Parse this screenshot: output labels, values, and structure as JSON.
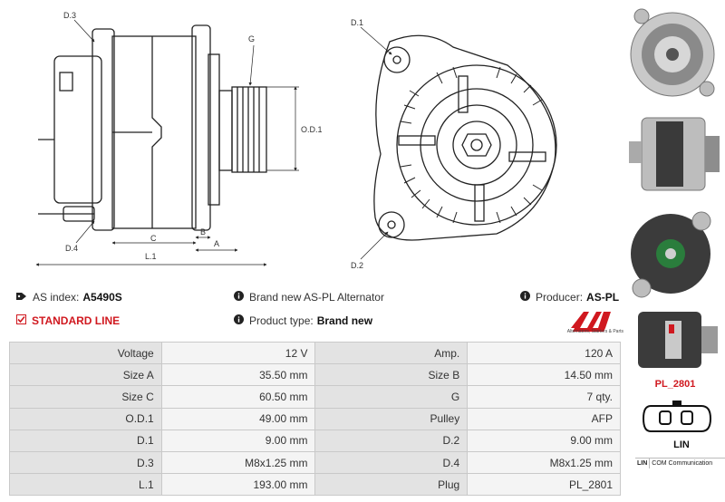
{
  "drawing": {
    "label_d3": "D.3",
    "label_g": "G",
    "label_od1": "O.D.1",
    "label_d4": "D.4",
    "label_c": "C",
    "label_b": "B",
    "label_a": "A",
    "label_l1": "L.1",
    "label_d1": "D.1",
    "label_d2": "D.2"
  },
  "info": {
    "as_index_label": "AS index:",
    "as_index_value": "A5490S",
    "standard_line": "STANDARD LINE",
    "condition_label": "Brand new AS-PL Alternator",
    "product_type_label": "Product type:",
    "product_type_value": "Brand new",
    "producer_label": "Producer:",
    "producer_value": "AS-PL",
    "logo_sub": "Alternators, Starters & Parts"
  },
  "specs": [
    {
      "l1": "Voltage",
      "v1": "12 V",
      "l2": "Amp.",
      "v2": "120 A"
    },
    {
      "l1": "Size A",
      "v1": "35.50 mm",
      "l2": "Size B",
      "v2": "14.50 mm"
    },
    {
      "l1": "Size C",
      "v1": "60.50 mm",
      "l2": "G",
      "v2": "7 qty."
    },
    {
      "l1": "O.D.1",
      "v1": "49.00 mm",
      "l2": "Pulley",
      "v2": "AFP"
    },
    {
      "l1": "D.1",
      "v1": "9.00 mm",
      "l2": "D.2",
      "v2": "9.00 mm"
    },
    {
      "l1": "D.3",
      "v1": "M8x1.25 mm",
      "l2": "D.4",
      "v2": "M8x1.25 mm"
    },
    {
      "l1": "L.1",
      "v1": "193.00 mm",
      "l2": "Plug",
      "v2": "PL_2801"
    }
  ],
  "plug": {
    "code": "PL_2801",
    "lin_label": "LIN",
    "legend_key": "LIN",
    "legend_value": "COM Communication"
  },
  "colors": {
    "accent": "#d0181f",
    "label_bg": "#e3e3e3",
    "value_bg": "#f4f4f4"
  }
}
